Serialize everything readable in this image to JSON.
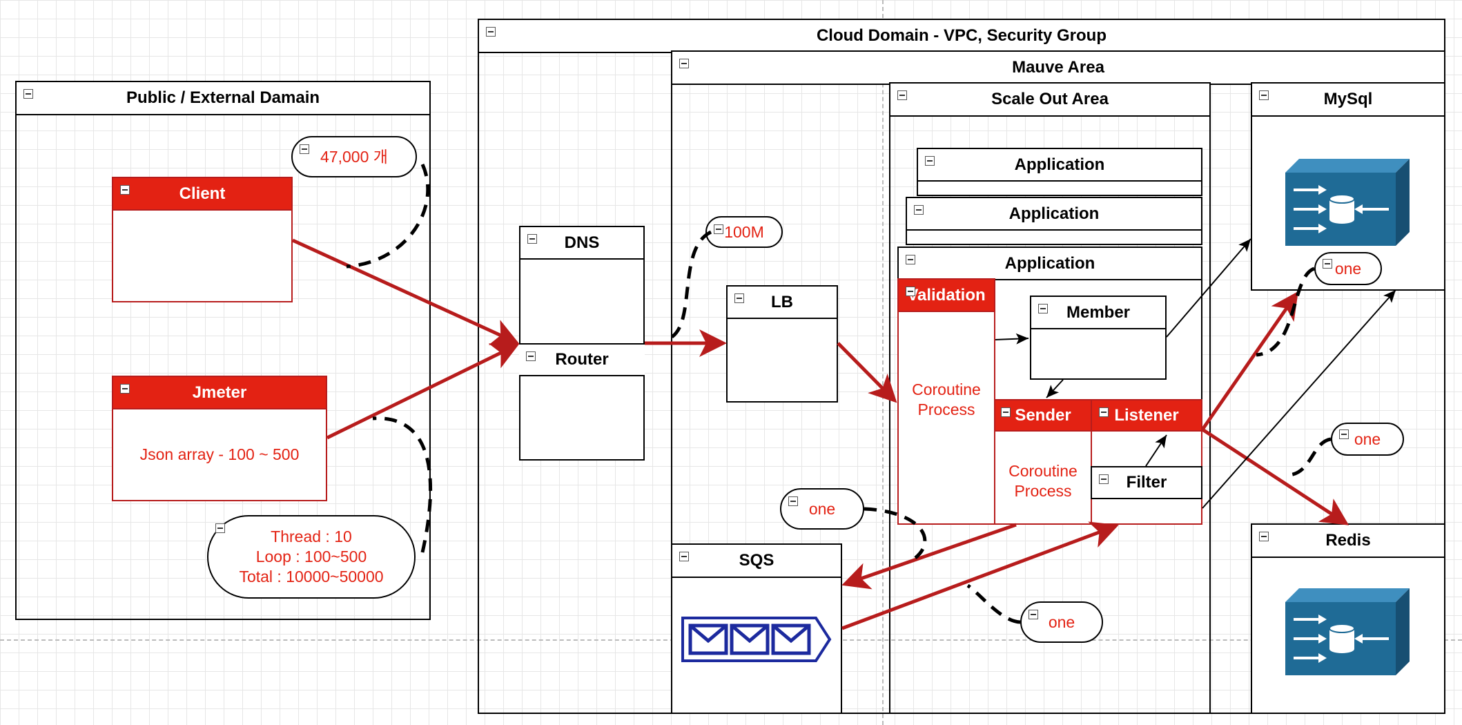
{
  "groups": {
    "public": "Public / External Damain",
    "cloud": "Cloud Domain - VPC, Security Group",
    "mauve": "Mauve Area",
    "scaleout": "Scale Out Area",
    "mysql": "MySql",
    "redis": "Redis"
  },
  "nodes": {
    "client": "Client",
    "jmeter": "Jmeter",
    "jmeter_body": "Json array - 100 ~ 500",
    "dns": "DNS",
    "router": "Router",
    "lb": "LB",
    "sqs": "SQS",
    "app1": "Application",
    "app2": "Application",
    "app3": "Application",
    "validation": "Validation",
    "validation_body_l1": "Coroutine",
    "validation_body_l2": "Process",
    "member": "Member",
    "sender": "Sender",
    "sender_body_l1": "Coroutine",
    "sender_body_l2": "Process",
    "listener": "Listener",
    "filter": "Filter"
  },
  "notes": {
    "count": "47,000 개",
    "thread_l1": "Thread : 10",
    "thread_l2": "Loop : 100~500",
    "thread_l3": "Total : 10000~50000",
    "bandwidth": "100M",
    "one_sqs": "one",
    "one_sqs2": "one",
    "one_mysql": "one",
    "one_redis": "one"
  },
  "colors": {
    "accent_red": "#e32213",
    "arrow_red": "#b71c1c",
    "db_blue": "#1f6b96",
    "queue_blue": "#1c2a9e"
  },
  "icons": {
    "db": "database-server-icon",
    "queue": "message-queue-icon"
  }
}
